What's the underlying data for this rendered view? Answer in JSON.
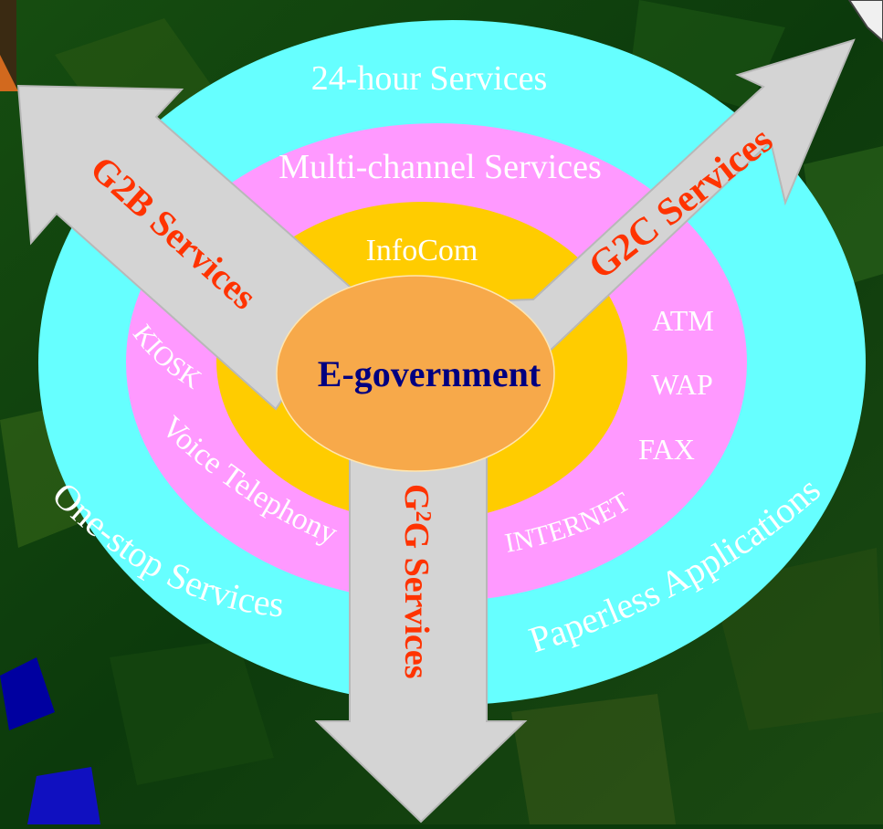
{
  "center": {
    "label": "E-government"
  },
  "rings": {
    "outer": {
      "top": "24-hour Services",
      "left": "One-stop Services",
      "right": "Paperless Applications"
    },
    "middle": {
      "top": "Multi-channel Services",
      "channels_left": [
        "KIOSK",
        "Voice Telephony"
      ],
      "channels_right": [
        "ATM",
        "WAP",
        "FAX",
        "INTERNET"
      ]
    },
    "inner": {
      "top": "InfoCom"
    }
  },
  "arrows": {
    "g2b": "G2B Services",
    "g2c": "G2C Services",
    "g2g_prefix": "G",
    "g2g_number": "2",
    "g2g_suffix": "G Services"
  },
  "colors": {
    "background": "#0b3a0b",
    "outer_ring": "#66ffff",
    "middle_ring": "#ff99ff",
    "inner_ring": "#ffcc00",
    "center": "#f7a94a",
    "arrow_fill": "#d4d4d4",
    "arrow_text": "#ff3300",
    "center_text": "#000080",
    "ring_text": "#ffffff"
  }
}
